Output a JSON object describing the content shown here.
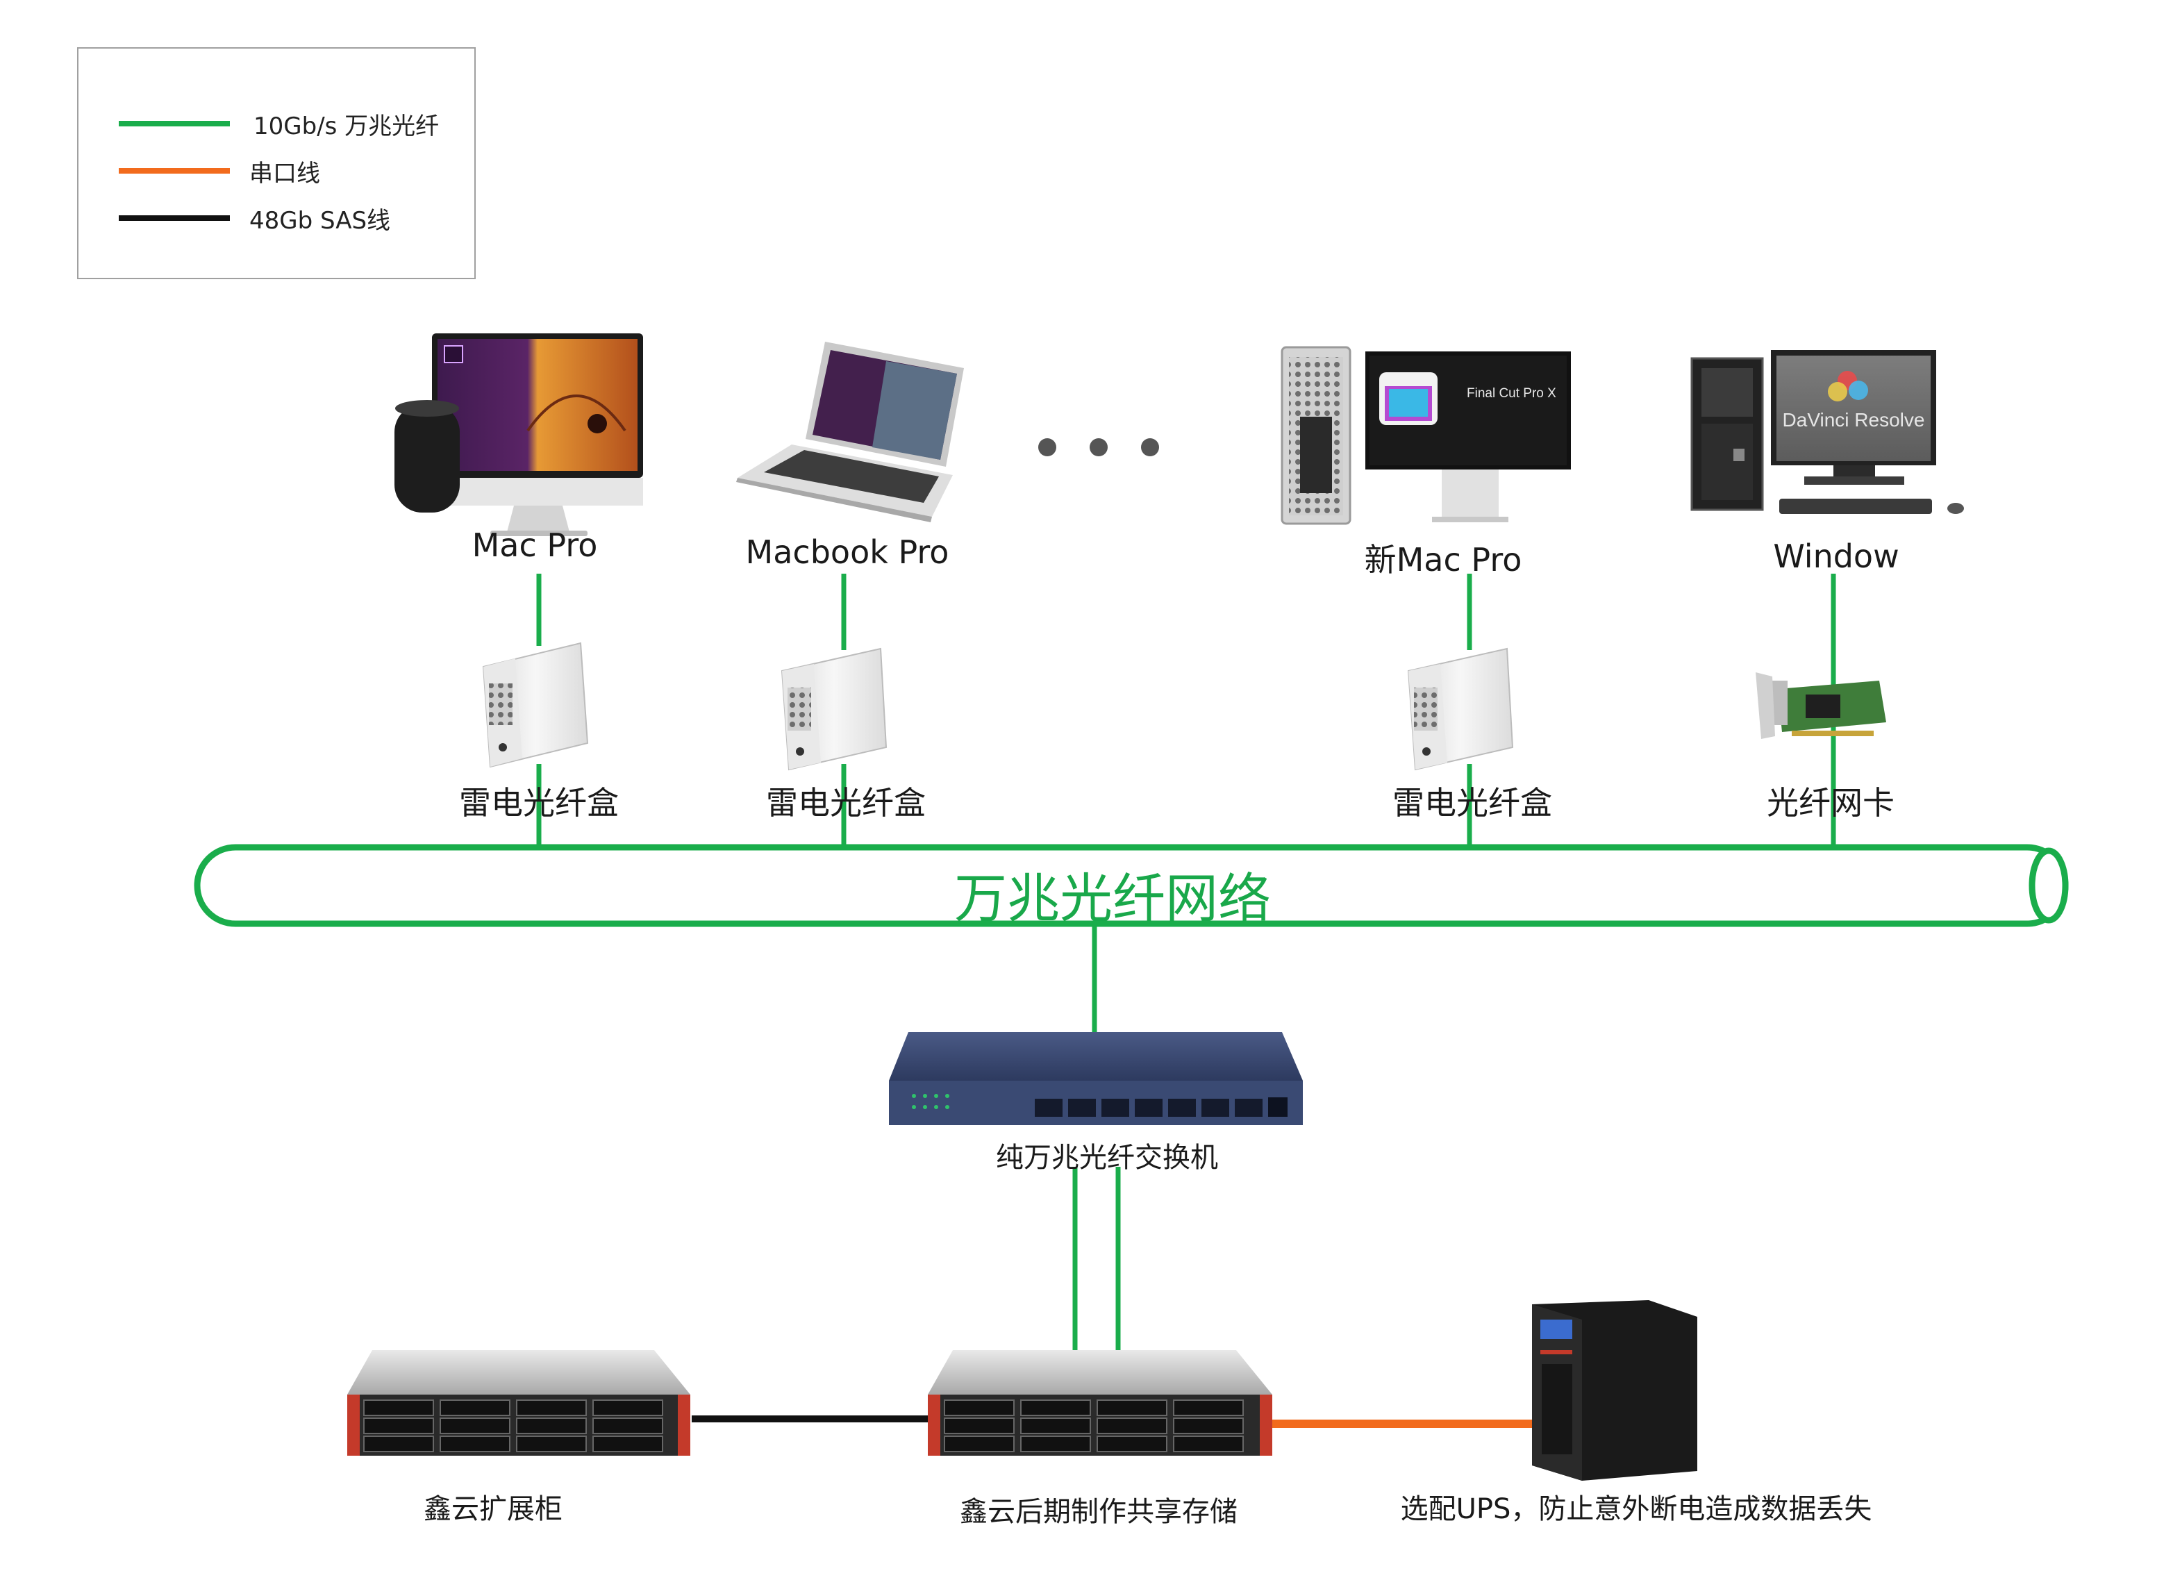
{
  "legend": {
    "items": [
      {
        "label": "10Gb/s 万兆光纤",
        "color": "#1aad4b"
      },
      {
        "label": "串口线",
        "color": "#f26b1d"
      },
      {
        "label": "48Gb SAS线",
        "color": "#111111"
      }
    ]
  },
  "devices": {
    "mac_pro": "Mac Pro",
    "macbook_pro": "Macbook Pro",
    "new_mac_pro": "新Mac Pro",
    "window": "Window"
  },
  "adapters": {
    "box1": "雷电光纤盒",
    "box2": "雷电光纤盒",
    "box3": "雷电光纤盒",
    "nic": "光纤网卡"
  },
  "screens": {
    "davinci": "DaVinci Resolve",
    "fcp": "Final Cut Pro X"
  },
  "network": {
    "label": "万兆光纤网络"
  },
  "switch": {
    "label": "纯万兆光纤交换机"
  },
  "storage": {
    "expansion": "鑫云扩展柜",
    "main": "鑫云后期制作共享存储",
    "ups": "选配UPS，防止意外断电造成数据丢失"
  },
  "colors": {
    "fiber": "#1aad4b",
    "serial": "#f26b1d",
    "sas": "#111111"
  }
}
